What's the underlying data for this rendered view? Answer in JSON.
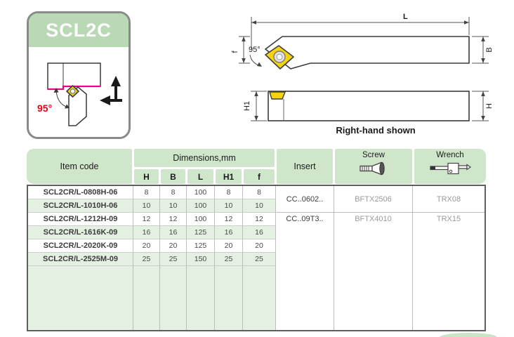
{
  "card": {
    "title": "SCL2C",
    "angle_label": "95°"
  },
  "drawings": {
    "top_view": {
      "length_label": "L",
      "offset_label": "f",
      "angle_label": "95°",
      "width_label": "B"
    },
    "side_view": {
      "shank_height_label": "H1",
      "height_label": "H"
    },
    "caption": "Right-hand shown"
  },
  "table": {
    "headers": {
      "item_code": "Item code",
      "dimensions_group": "Dimensions,mm",
      "dim_columns": [
        "H",
        "B",
        "L",
        "H1",
        "f"
      ],
      "insert": "Insert",
      "screw": "Screw",
      "wrench": "Wrench"
    },
    "rows": [
      {
        "code": "SCL2CR/L-0808H-06",
        "h": "8",
        "b": "8",
        "l": "100",
        "h1": "8",
        "f": "8"
      },
      {
        "code": "SCL2CR/L-1010H-06",
        "h": "10",
        "b": "10",
        "l": "100",
        "h1": "10",
        "f": "10"
      },
      {
        "code": "SCL2CR/L-1212H-09",
        "h": "12",
        "b": "12",
        "l": "100",
        "h1": "12",
        "f": "12"
      },
      {
        "code": "SCL2CR/L-1616K-09",
        "h": "16",
        "b": "16",
        "l": "125",
        "h1": "16",
        "f": "16"
      },
      {
        "code": "SCL2CR/L-2020K-09",
        "h": "20",
        "b": "20",
        "l": "125",
        "h1": "20",
        "f": "20"
      },
      {
        "code": "SCL2CR/L-2525M-09",
        "h": "25",
        "b": "25",
        "l": "150",
        "h1": "25",
        "f": "25"
      }
    ],
    "insert_groups": [
      {
        "insert": "CC..0602..",
        "screw": "BFTX2506",
        "wrench": "TRX08"
      },
      {
        "insert": "CC..09T3..",
        "screw": "BFTX4010",
        "wrench": "TRX15"
      }
    ]
  },
  "colors": {
    "card_header_green": "#b9d9b5",
    "table_header_green": "#cfe6cb",
    "row_alt_green": "#e4f0e1",
    "highlight_magenta": "#ec008c",
    "angle_red": "#e60012",
    "insert_yellow": "#f4d410"
  }
}
